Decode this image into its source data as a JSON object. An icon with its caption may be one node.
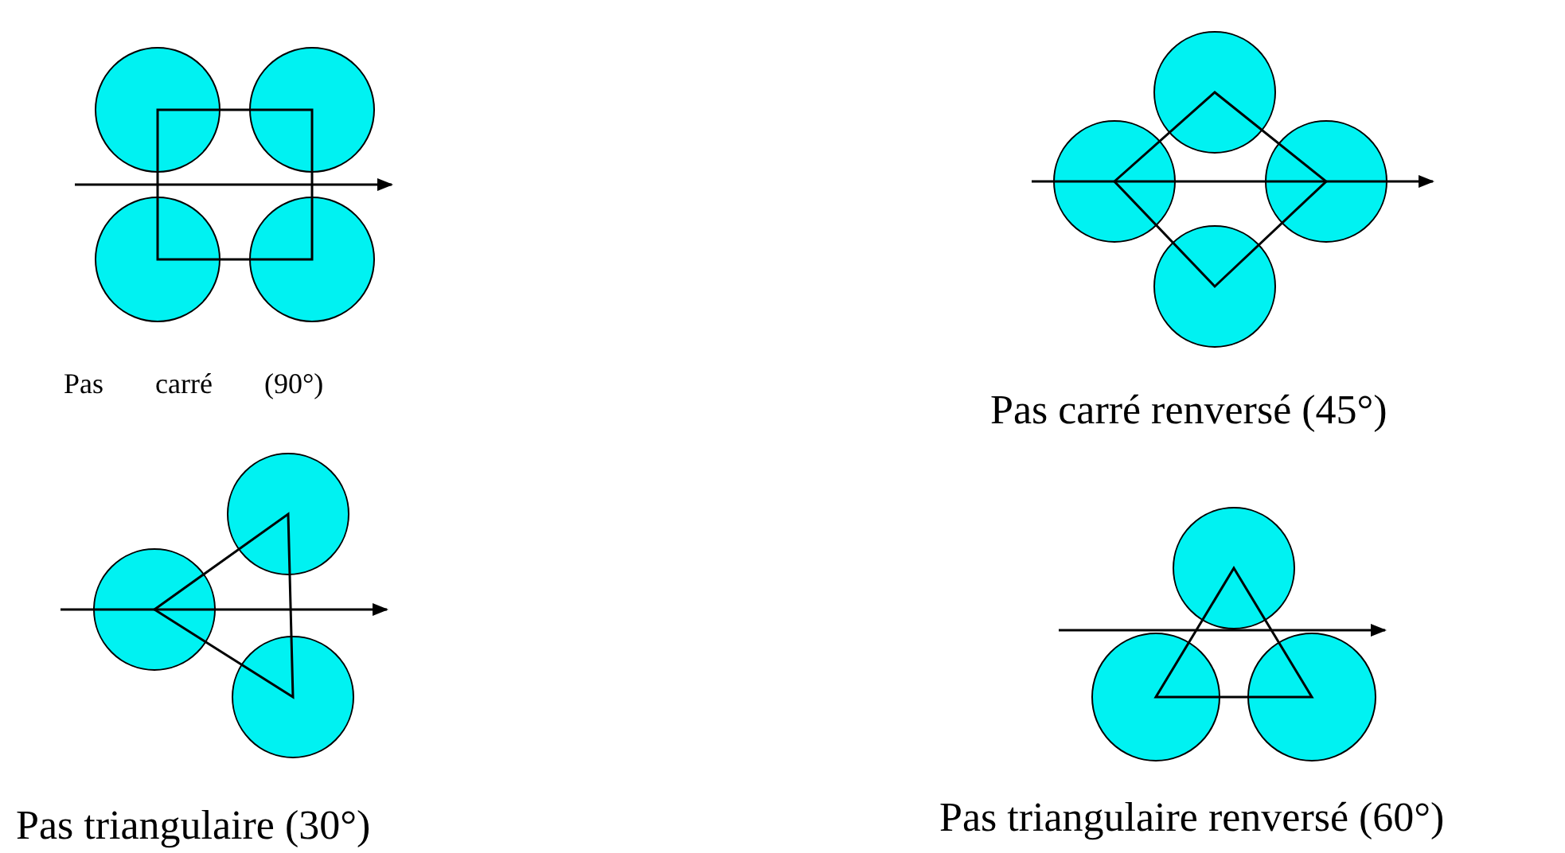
{
  "diagram": {
    "labels": [
      "Pas carré (90°)",
      "Pas carré renversé (45°)",
      "Pas triangulaire (30°)",
      "Pas triangulaire renversé (60°)"
    ]
  }
}
